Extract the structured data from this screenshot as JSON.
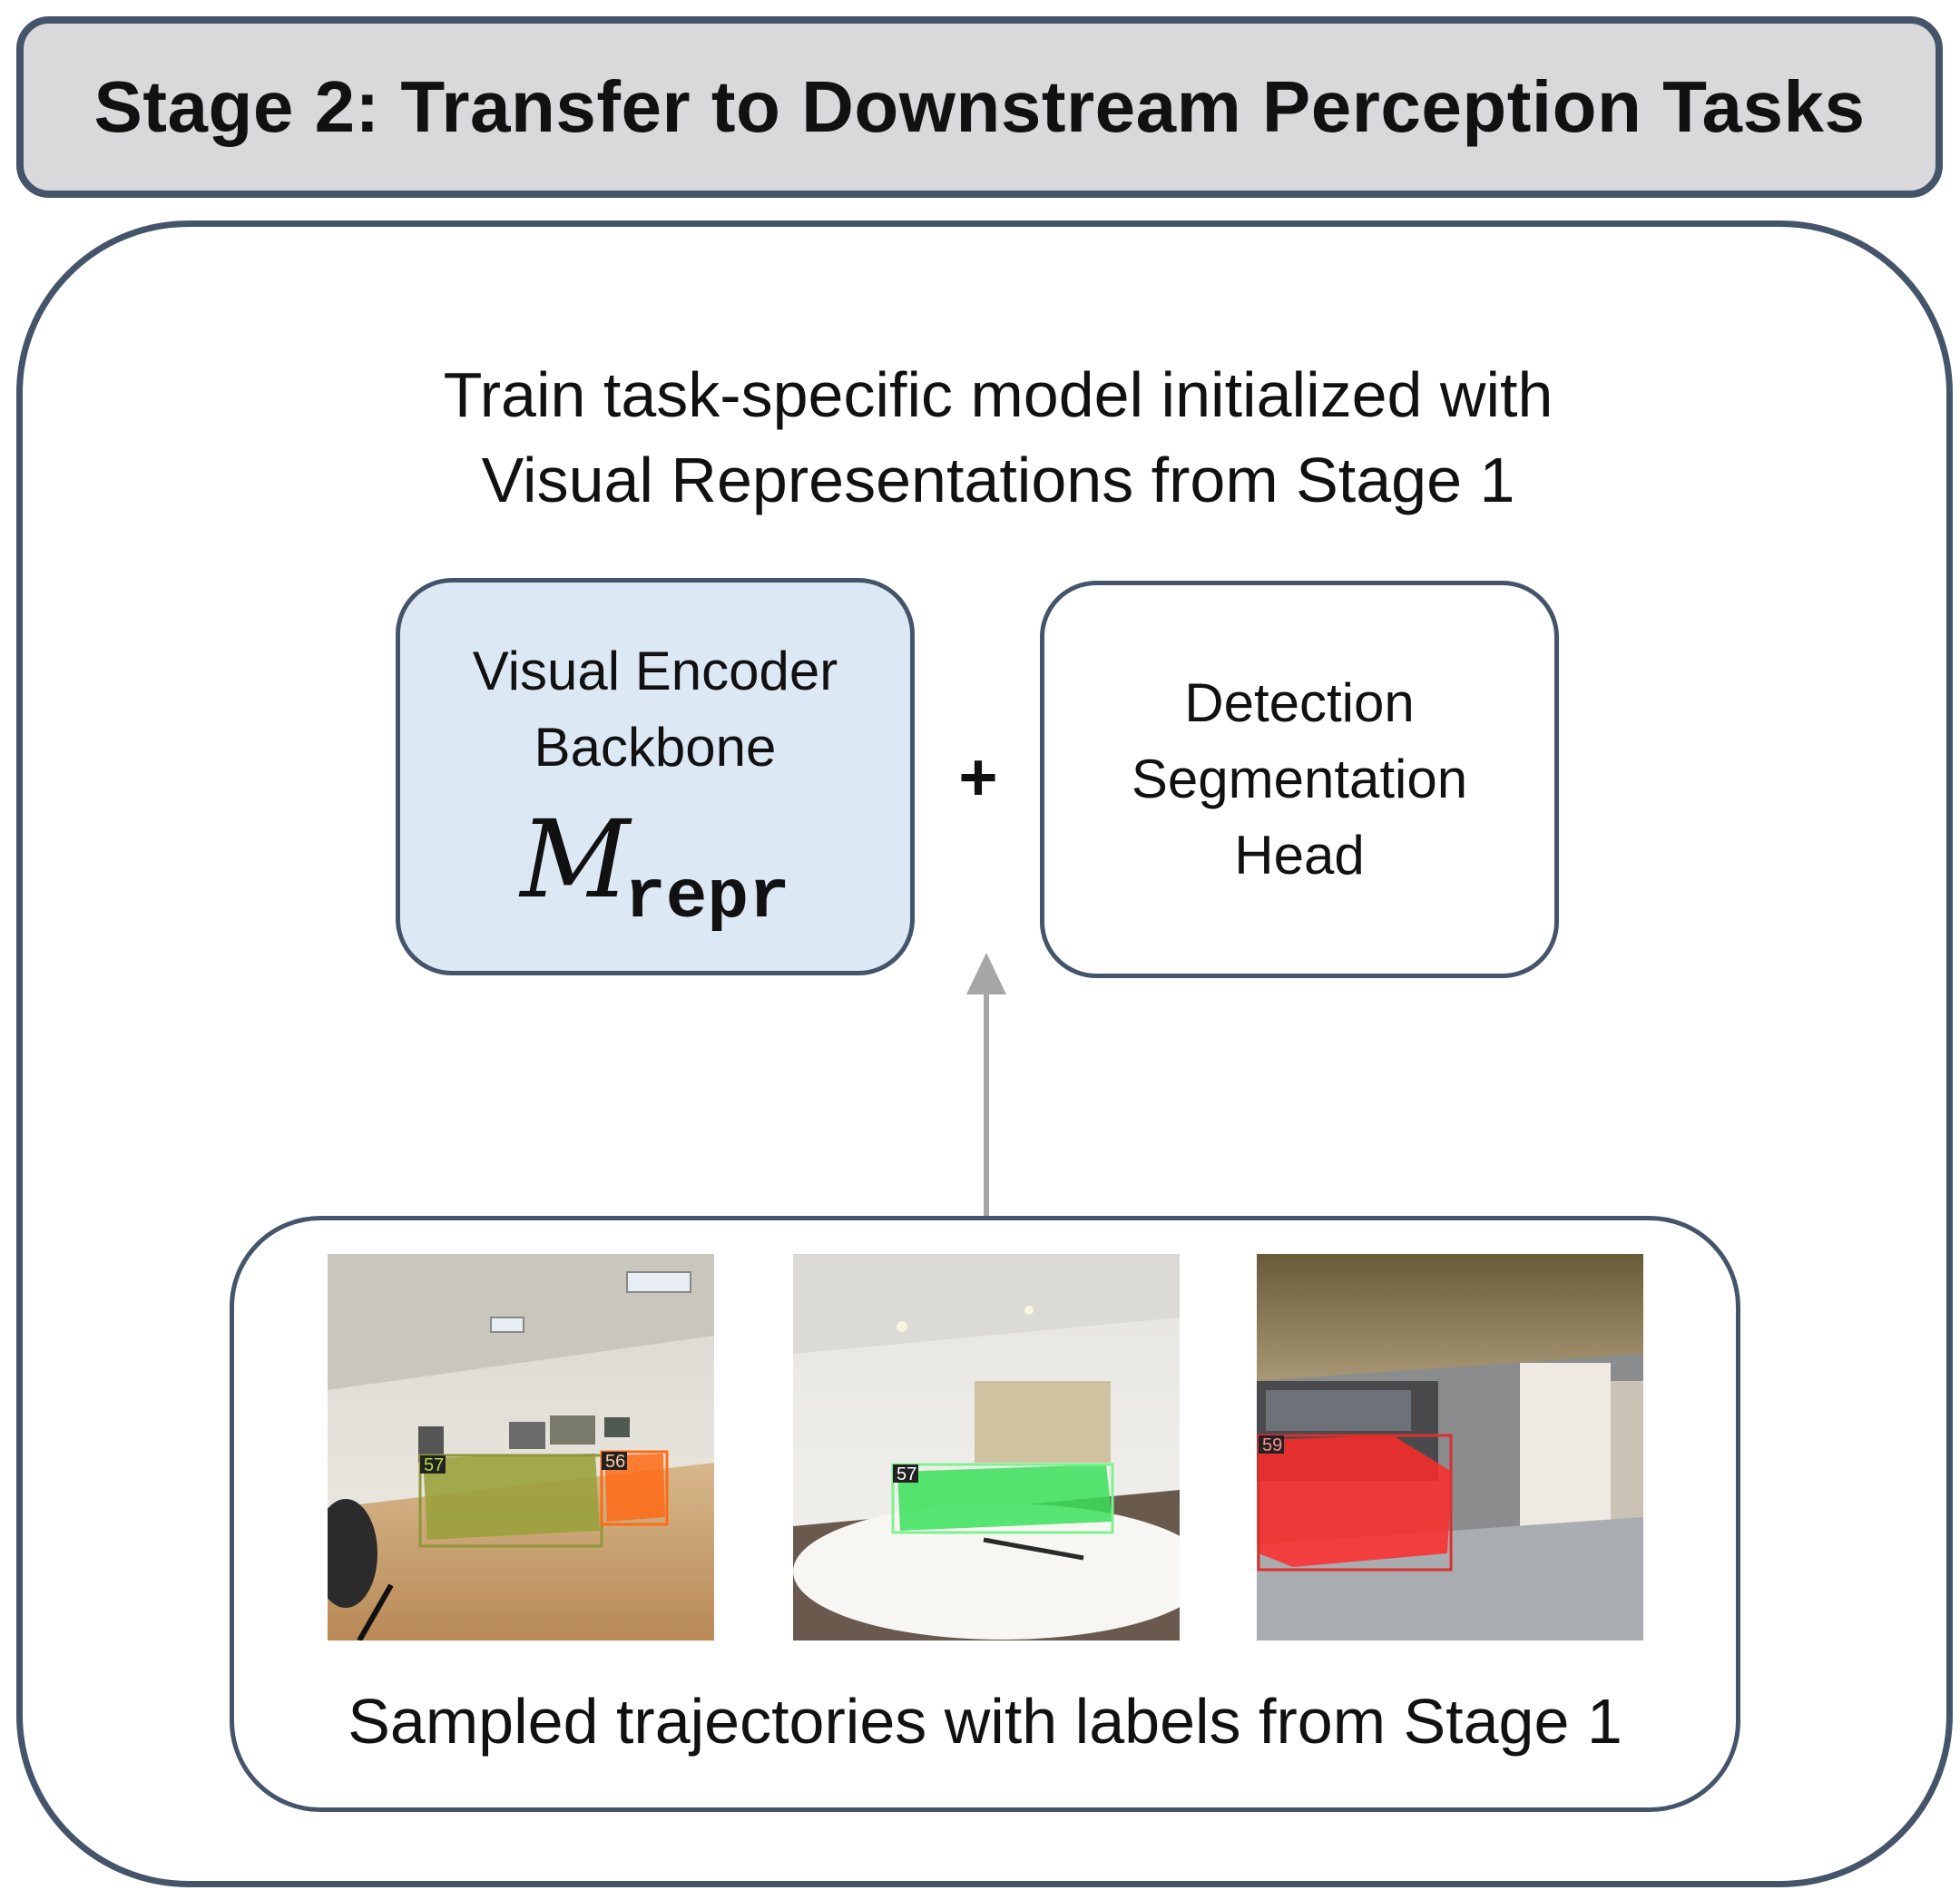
{
  "header": {
    "title": "Stage 2: Transfer to Downstream Perception Tasks"
  },
  "intro": {
    "line1": "Train task-specific model initialized with",
    "line2": "Visual Representations from Stage 1"
  },
  "encoder_box": {
    "line1": "Visual Encoder",
    "line2": "Backbone",
    "symbol": "M",
    "symbol_subscript": "repr"
  },
  "plus_sign": "+",
  "head_box": {
    "line1": "Detection",
    "line2": "Segmentation",
    "line3": "Head"
  },
  "samples": {
    "caption": "Sampled trajectories with labels from Stage 1",
    "images": [
      {
        "scene": "living room with couch and chairs",
        "labels": [
          "57",
          "56"
        ],
        "mask_colors": [
          "#9aa13c",
          "#ff6a14"
        ]
      },
      {
        "scene": "living room with sofa on white rug",
        "labels": [
          "57"
        ],
        "mask_colors": [
          "#39e05a"
        ]
      },
      {
        "scene": "bedroom with bed",
        "labels": [
          "59"
        ],
        "mask_colors": [
          "#ff2a2a"
        ]
      }
    ]
  },
  "colors": {
    "border": "#44546a",
    "header_fill": "#d9d9dc",
    "encoder_fill": "#dde8f5",
    "arrow": "#a6a6a6"
  }
}
